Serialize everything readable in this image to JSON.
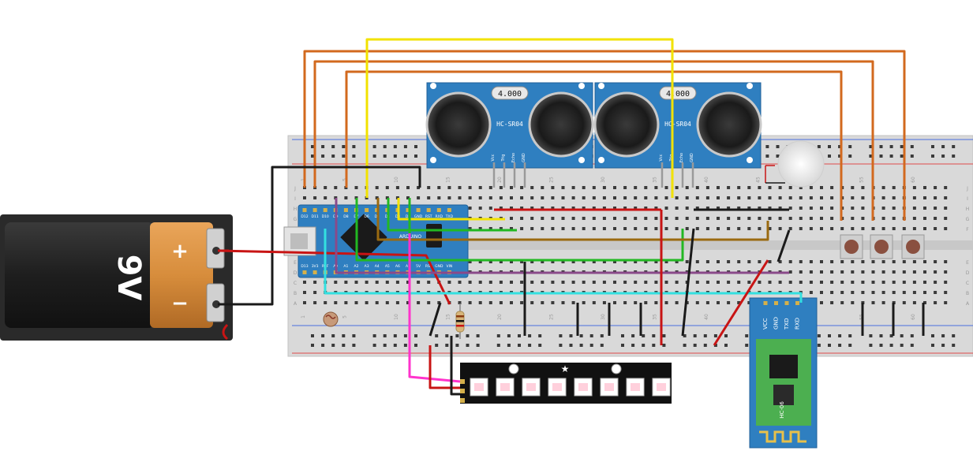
{
  "battery": {
    "label": "9V",
    "plus": "+",
    "minus": "−"
  },
  "breadboard": {
    "row_letters_top": [
      "J",
      "I",
      "H",
      "G",
      "F"
    ],
    "row_letters_bottom": [
      "E",
      "D",
      "C",
      "B",
      "A"
    ],
    "column_numbers": [
      "1",
      "5",
      "10",
      "15",
      "20",
      "25",
      "30",
      "35",
      "40",
      "45",
      "50",
      "55",
      "60"
    ]
  },
  "arduino": {
    "top_pins": [
      "D12",
      "D11",
      "D10",
      "D9",
      "D8",
      "D7",
      "D6",
      "D5",
      "D4",
      "D3",
      "D2",
      "GND",
      "RST",
      "RXD",
      "TXD"
    ],
    "bottom_pins": [
      "D13",
      "3V3",
      "REF",
      "A0",
      "A1",
      "A2",
      "A3",
      "A4",
      "A5",
      "A6",
      "A7",
      "5V",
      "RST",
      "GND",
      "VIN"
    ],
    "board_label": "ARDUINO"
  },
  "ultrasonic_sensors": [
    {
      "model": "HC-SR04",
      "crystal": "4.000",
      "pins": [
        "Vcc",
        "Trig",
        "Echo",
        "GND"
      ]
    },
    {
      "model": "HC-SR04",
      "crystal": "4.000",
      "pins": [
        "Vcc",
        "Trig",
        "Echo",
        "GND"
      ]
    }
  ],
  "bluetooth": {
    "model": "HC-06",
    "pins": [
      "VCC",
      "GND",
      "TXD",
      "RXD"
    ]
  },
  "colors": {
    "wire_orange": "#d2691e",
    "wire_yellow": "#f2e200",
    "wire_red": "#c81414",
    "wire_black": "#1a1a1a",
    "wire_green": "#22b822",
    "wire_cyan": "#33e0e0",
    "wire_purple": "#8a4a8a",
    "wire_brown": "#9a6a10",
    "wire_magenta": "#ff33cc",
    "board_blue": "#2f7fc0",
    "battery_orange": "#d78d3c",
    "bt_green": "#4caf50"
  }
}
